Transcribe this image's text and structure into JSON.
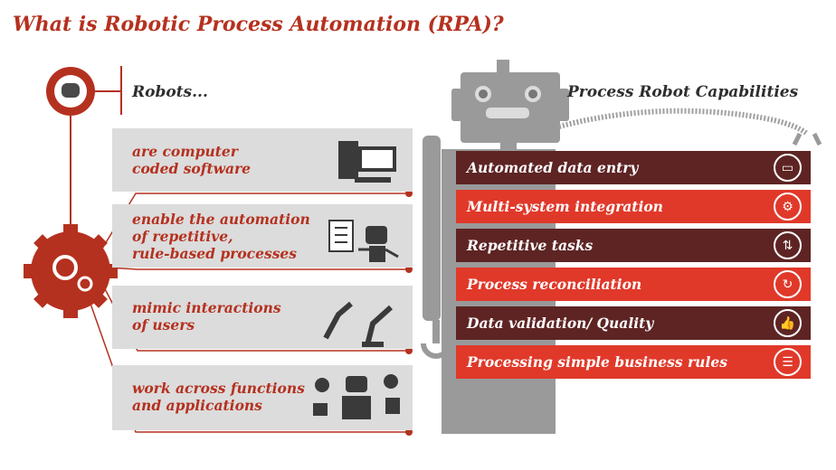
{
  "title": "What is Robotic Process Automation (RPA)?",
  "left": {
    "heading": "Robots...",
    "items": [
      {
        "text": "are computer\ncoded software",
        "icon": "computer-icon"
      },
      {
        "text": "enable the automation\nof repetitive,\nrule-based processes",
        "icon": "robot-checklist-icon"
      },
      {
        "text": "mimic interactions\nof users",
        "icon": "robotic-arm-icon"
      },
      {
        "text": "work across functions\nand applications",
        "icon": "robot-apps-icon"
      }
    ]
  },
  "right": {
    "heading": "Process Robot Capabilities",
    "capabilities": [
      {
        "label": "Automated data entry",
        "icon": "laptop-icon",
        "color": "#5e2424"
      },
      {
        "label": "Multi-system integration",
        "icon": "gears-icon",
        "color": "#e0392a"
      },
      {
        "label": "Repetitive tasks",
        "icon": "cycle-arrows-icon",
        "color": "#5e2424"
      },
      {
        "label": "Process reconciliation",
        "icon": "refresh-icon",
        "color": "#e0392a"
      },
      {
        "label": "Data validation/ Quality",
        "icon": "thumbs-up-icon",
        "color": "#5e2424"
      },
      {
        "label": "Processing simple business rules",
        "icon": "checklist-icon",
        "color": "#e0392a"
      }
    ]
  },
  "colors": {
    "accent": "#b5311f",
    "dark": "#5e2424",
    "red": "#e0392a",
    "panel": "#dcdcdc",
    "robot": "#9a9a9a"
  }
}
